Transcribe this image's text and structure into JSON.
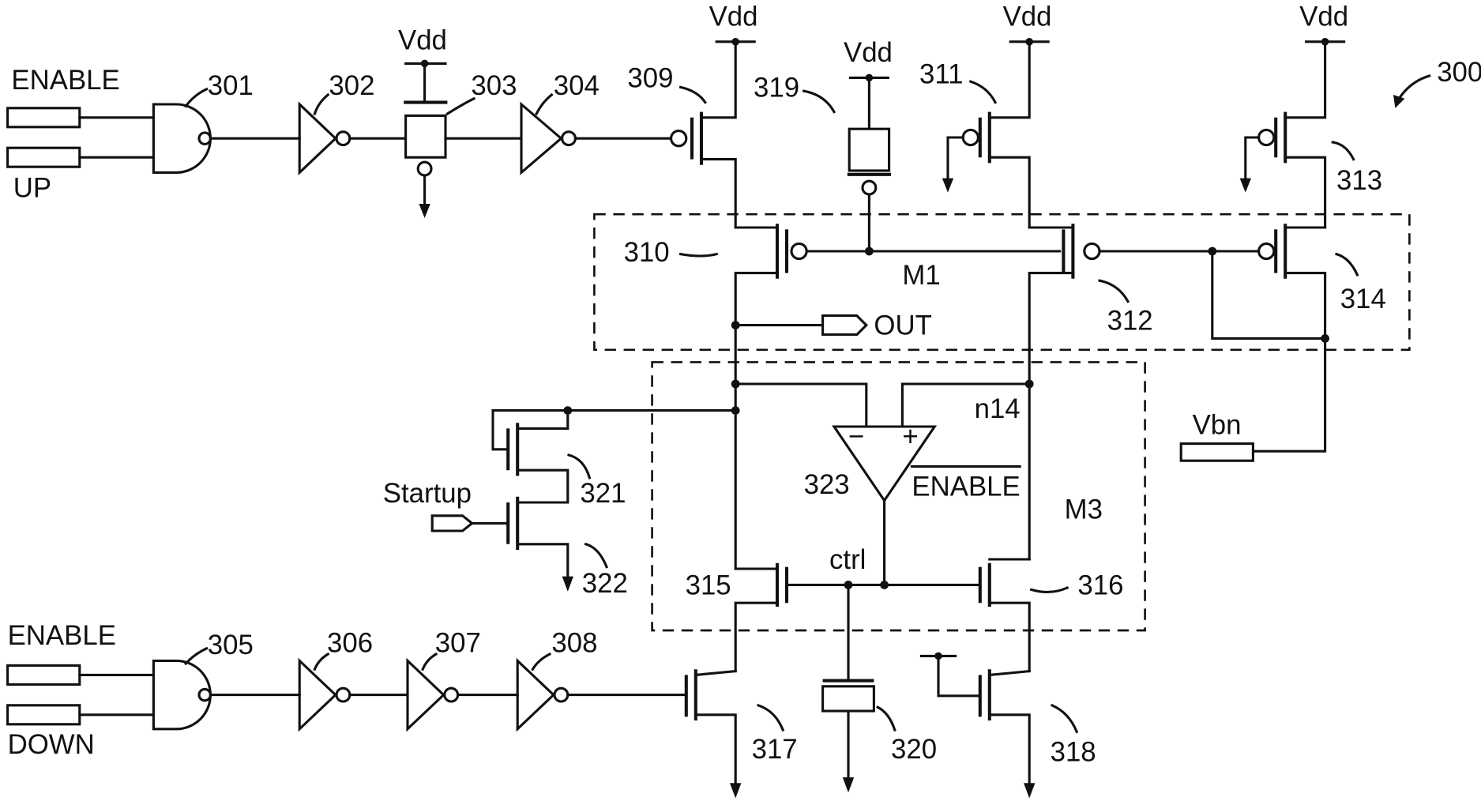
{
  "figure": {
    "ref_main": "300",
    "ports": {
      "enable_top": "ENABLE",
      "up": "UP",
      "enable_bottom": "ENABLE",
      "down": "DOWN",
      "startup": "Startup",
      "out": "OUT",
      "vbn": "Vbn",
      "enable_bar": "ENABLE"
    },
    "supplies": {
      "vdd_303": "Vdd",
      "vdd_309": "Vdd",
      "vdd_319": "Vdd",
      "vdd_311": "Vdd",
      "vdd_313": "Vdd"
    },
    "refs": {
      "r301": "301",
      "r302": "302",
      "r303": "303",
      "r304": "304",
      "r305": "305",
      "r306": "306",
      "r307": "307",
      "r308": "308",
      "r309": "309",
      "r310": "310",
      "r311": "311",
      "r312": "312",
      "r313": "313",
      "r314": "314",
      "r315": "315",
      "r316": "316",
      "r317": "317",
      "r318": "318",
      "r319": "319",
      "r320": "320",
      "r321": "321",
      "r322": "322",
      "r323": "323"
    },
    "blocks": {
      "m1": "M1",
      "m3": "M3"
    },
    "nodes": {
      "n14": "n14",
      "ctrl": "ctrl"
    },
    "opamp": {
      "minus": "−",
      "plus": "+"
    }
  }
}
